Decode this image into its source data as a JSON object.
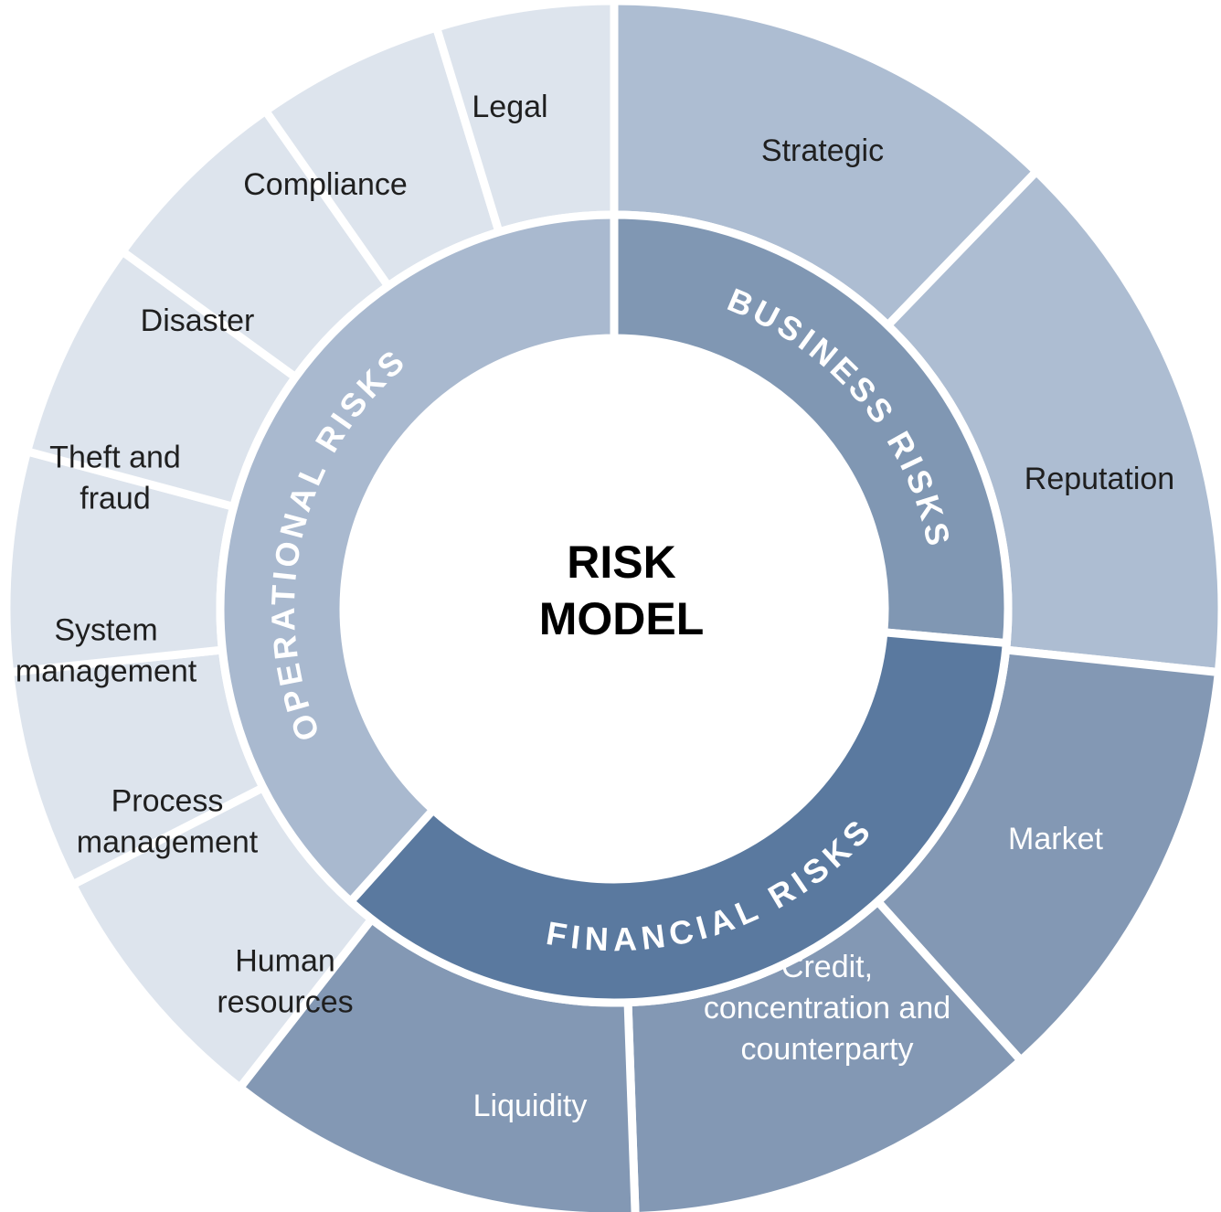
{
  "center": {
    "line1": "RISK",
    "line2": "MODEL"
  },
  "categories": [
    {
      "key": "business",
      "label": "BUSINESS RISKS",
      "color": "#8097b3",
      "items": [
        {
          "lines": [
            "Strategic"
          ],
          "color": "#adbdd2",
          "text_color": "#1f1f1f"
        },
        {
          "lines": [
            "Reputation"
          ],
          "color": "#adbdd2",
          "text_color": "#1f1f1f"
        }
      ]
    },
    {
      "key": "financial",
      "label": "FINANCIAL RISKS",
      "color": "#5a799f",
      "items": [
        {
          "lines": [
            "Market"
          ],
          "color": "#8398b4",
          "text_color": "#ffffff"
        },
        {
          "lines": [
            "Credit,",
            "concentration and",
            "counterparty"
          ],
          "color": "#8398b4",
          "text_color": "#ffffff"
        },
        {
          "lines": [
            "Liquidity"
          ],
          "color": "#8398b4",
          "text_color": "#ffffff"
        }
      ]
    },
    {
      "key": "operational",
      "label": "OPERATIONAL RISKS",
      "color": "#a9b9cf",
      "items": [
        {
          "lines": [
            "Human",
            "resources"
          ],
          "color": "#dde4ed",
          "text_color": "#1f1f1f"
        },
        {
          "lines": [
            "Process",
            "management"
          ],
          "color": "#dde4ed",
          "text_color": "#1f1f1f"
        },
        {
          "lines": [
            "System",
            "management"
          ],
          "color": "#dde4ed",
          "text_color": "#1f1f1f"
        },
        {
          "lines": [
            "Theft and",
            "fraud"
          ],
          "color": "#dde4ed",
          "text_color": "#1f1f1f"
        },
        {
          "lines": [
            "Disaster"
          ],
          "color": "#dde4ed",
          "text_color": "#1f1f1f"
        },
        {
          "lines": [
            "Compliance"
          ],
          "color": "#dde4ed",
          "text_color": "#1f1f1f"
        },
        {
          "lines": [
            "Legal"
          ],
          "color": "#dde4ed",
          "text_color": "#1f1f1f"
        }
      ]
    }
  ]
}
